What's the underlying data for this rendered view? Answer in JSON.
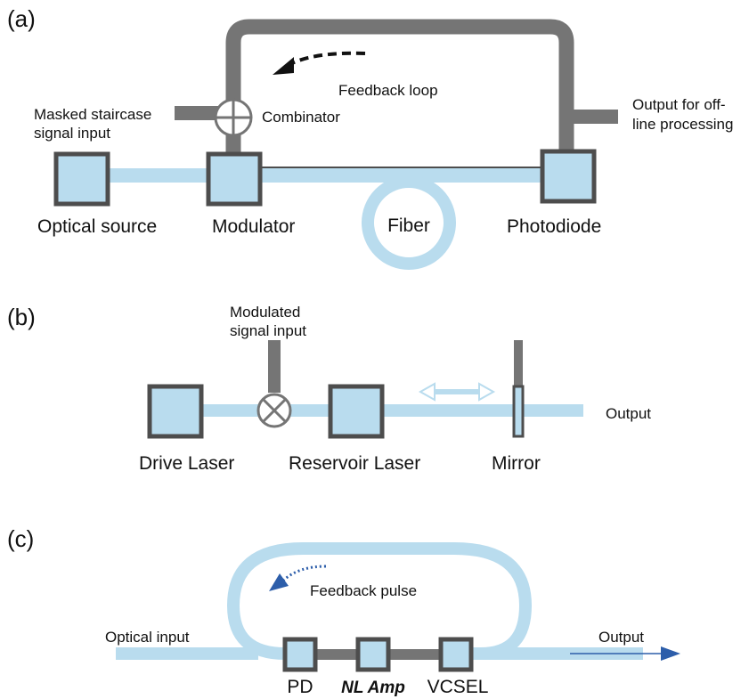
{
  "panels": {
    "a": {
      "letter": "(a)",
      "masked_input_line1": "Masked staircase",
      "masked_input_line2": "signal input",
      "combinator": "Combinator",
      "feedback_loop": "Feedback loop",
      "output_line1": "Output for off-",
      "output_line2": "line processing",
      "optical_source": "Optical source",
      "modulator": "Modulator",
      "fiber": "Fiber",
      "photodiode": "Photodiode"
    },
    "b": {
      "letter": "(b)",
      "modulated_line1": "Modulated",
      "modulated_line2": "signal input",
      "output": "Output",
      "drive_laser": "Drive Laser",
      "reservoir_laser": "Reservoir Laser",
      "mirror": "Mirror"
    },
    "c": {
      "letter": "(c)",
      "feedback_pulse": "Feedback pulse",
      "optical_input": "Optical input",
      "output": "Output",
      "pd": "PD",
      "nl_amp": "NL Amp",
      "vcsel": "VCSEL"
    }
  },
  "colors": {
    "optical": "#b9dcee",
    "component_fill": "#b9dcee",
    "electrical": "#757575",
    "border": "#4d4d4d",
    "arrow_blue": "#2d5eaa",
    "text": "#111111"
  }
}
